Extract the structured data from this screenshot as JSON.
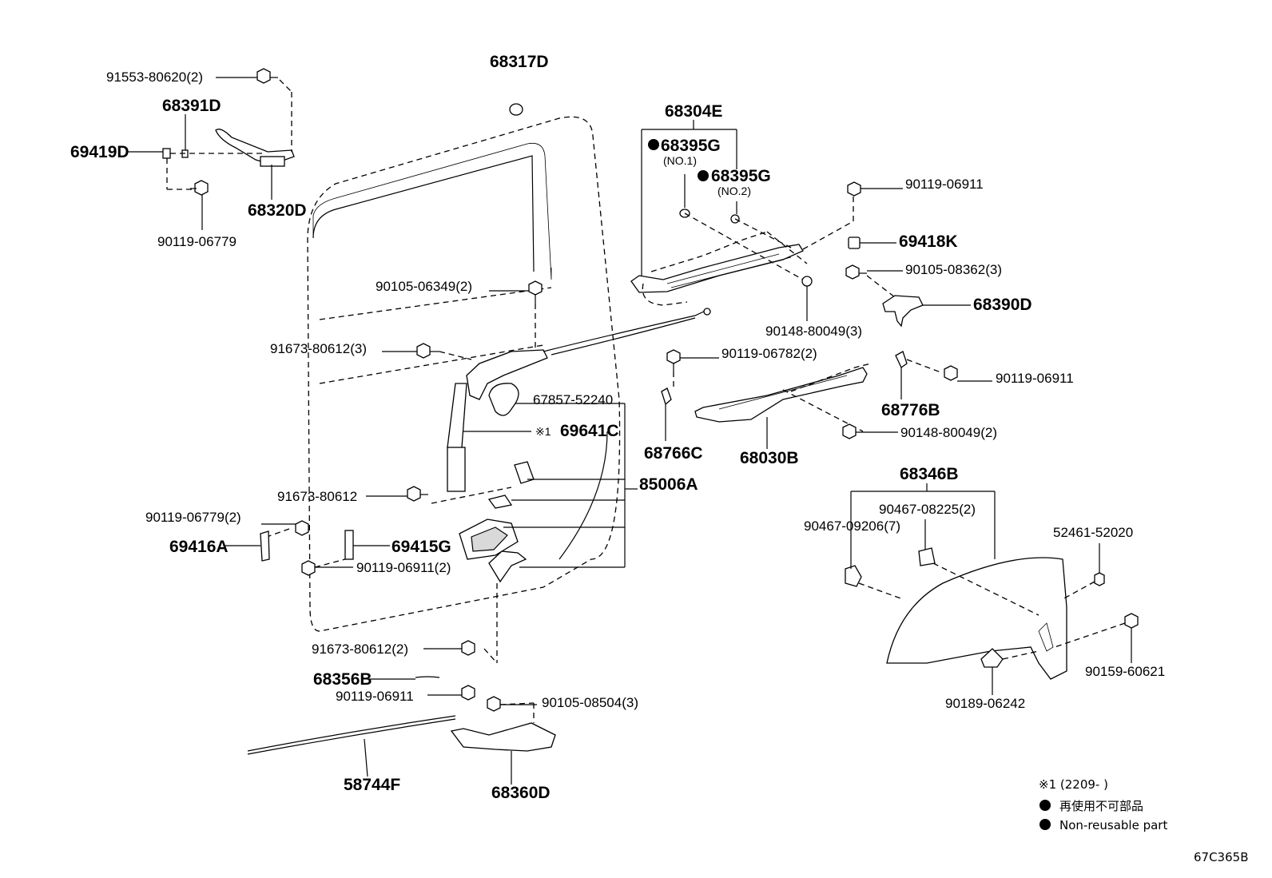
{
  "diagram": {
    "labels": {
      "p68317D": "68317D",
      "p91553": "91553-80620(2)",
      "p68391D": "68391D",
      "p69419D": "69419D",
      "p68320D": "68320D",
      "p90119_06779a": "90119-06779",
      "p68304E": "68304E",
      "p68395G_1": "68395G",
      "p68395G_1_sub": "(NO.1)",
      "p68395G_2": "68395G",
      "p68395G_2_sub": "(NO.2)",
      "p90119_06911a": "90119-06911",
      "p69418K": "69418K",
      "p90105_08362": "90105-08362(3)",
      "p68390D": "68390D",
      "p90148_80049_3": "90148-80049(3)",
      "p90105_06349": "90105-06349(2)",
      "p91673_80612_3": "91673-80612(3)",
      "p90119_06782": "90119-06782(2)",
      "p90119_06911b": "90119-06911",
      "p68776B": "68776B",
      "p67857": "67857-52240",
      "p69641C_mark": "※1",
      "p69641C": "69641C",
      "p68766C": "68766C",
      "p68030B": "68030B",
      "p90148_80049_2": "90148-80049(2)",
      "p85006A": "85006A",
      "p91673_80612": "91673-80612",
      "p68346B": "68346B",
      "p90467_08225": "90467-08225(2)",
      "p90467_09206": "90467-09206(7)",
      "p52461": "52461-52020",
      "p90119_06779b": "90119-06779(2)",
      "p69416A": "69416A",
      "p69415G": "69415G",
      "p90119_06911c": "90119-06911(2)",
      "p91673_80612_2": "91673-80612(2)",
      "p90159": "90159-60621",
      "p90189": "90189-06242",
      "p68356B": "68356B",
      "p90119_06911d": "90119-06911",
      "p90105_08504": "90105-08504(3)",
      "p58744F": "58744F",
      "p68360D": "68360D"
    },
    "legend": {
      "note": "※1 (2209-      )",
      "jp": "再使用不可部品",
      "en": "Non-reusable part"
    },
    "code": "67C365B"
  }
}
